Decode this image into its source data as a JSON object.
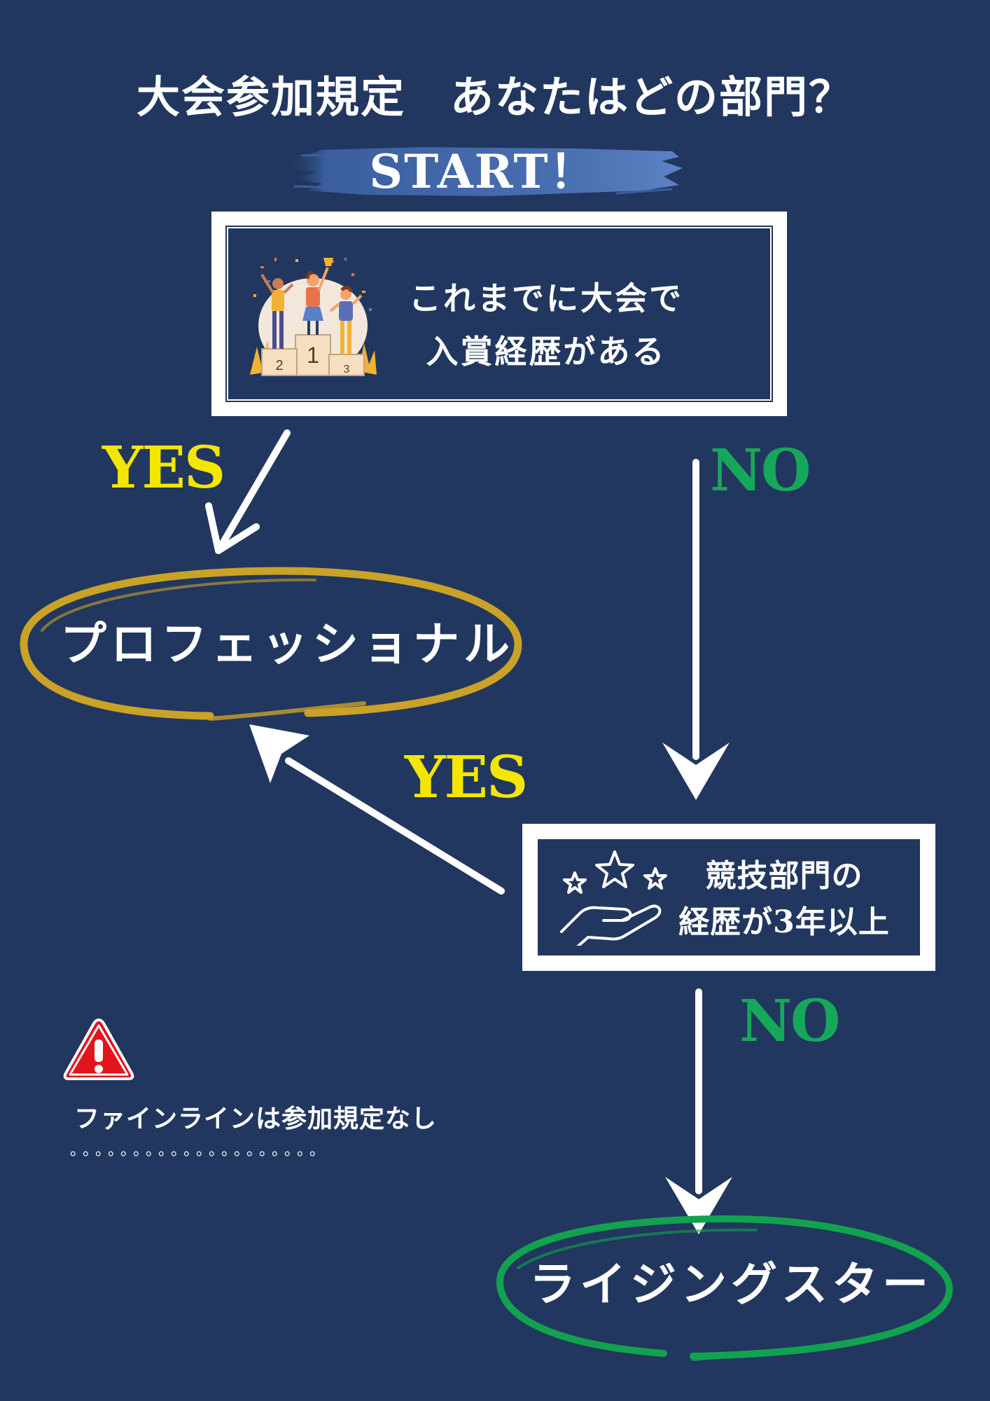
{
  "title": "大会参加規定　あなたはどの部門？",
  "start": {
    "label": "START！"
  },
  "question1": {
    "lines": [
      "これまでに大会で",
      "入賞経歴がある"
    ],
    "icon": "podium-celebration-icon"
  },
  "question2": {
    "lines": [
      "競技部門の",
      "経歴が3年以上"
    ],
    "icon": "hand-stars-icon"
  },
  "branches": {
    "yes1": "YES",
    "no1": "NO",
    "yes2": "YES",
    "no2": "NO"
  },
  "results": {
    "professional": "プロフェッショナル",
    "rising_star": "ライジングスター"
  },
  "notice": {
    "icon": "warning-icon",
    "text": "ファインラインは参加規定なし",
    "dots": "。。。。。。。。。。。。。。。。。。。。"
  },
  "podium_numbers": [
    "1",
    "2",
    "3"
  ],
  "colors": {
    "background": "#22375f",
    "yes": "#f3e600",
    "no": "#16a85a",
    "gold": "#c9a227",
    "green": "#12a24f",
    "start_brush": "#3f64a6"
  }
}
